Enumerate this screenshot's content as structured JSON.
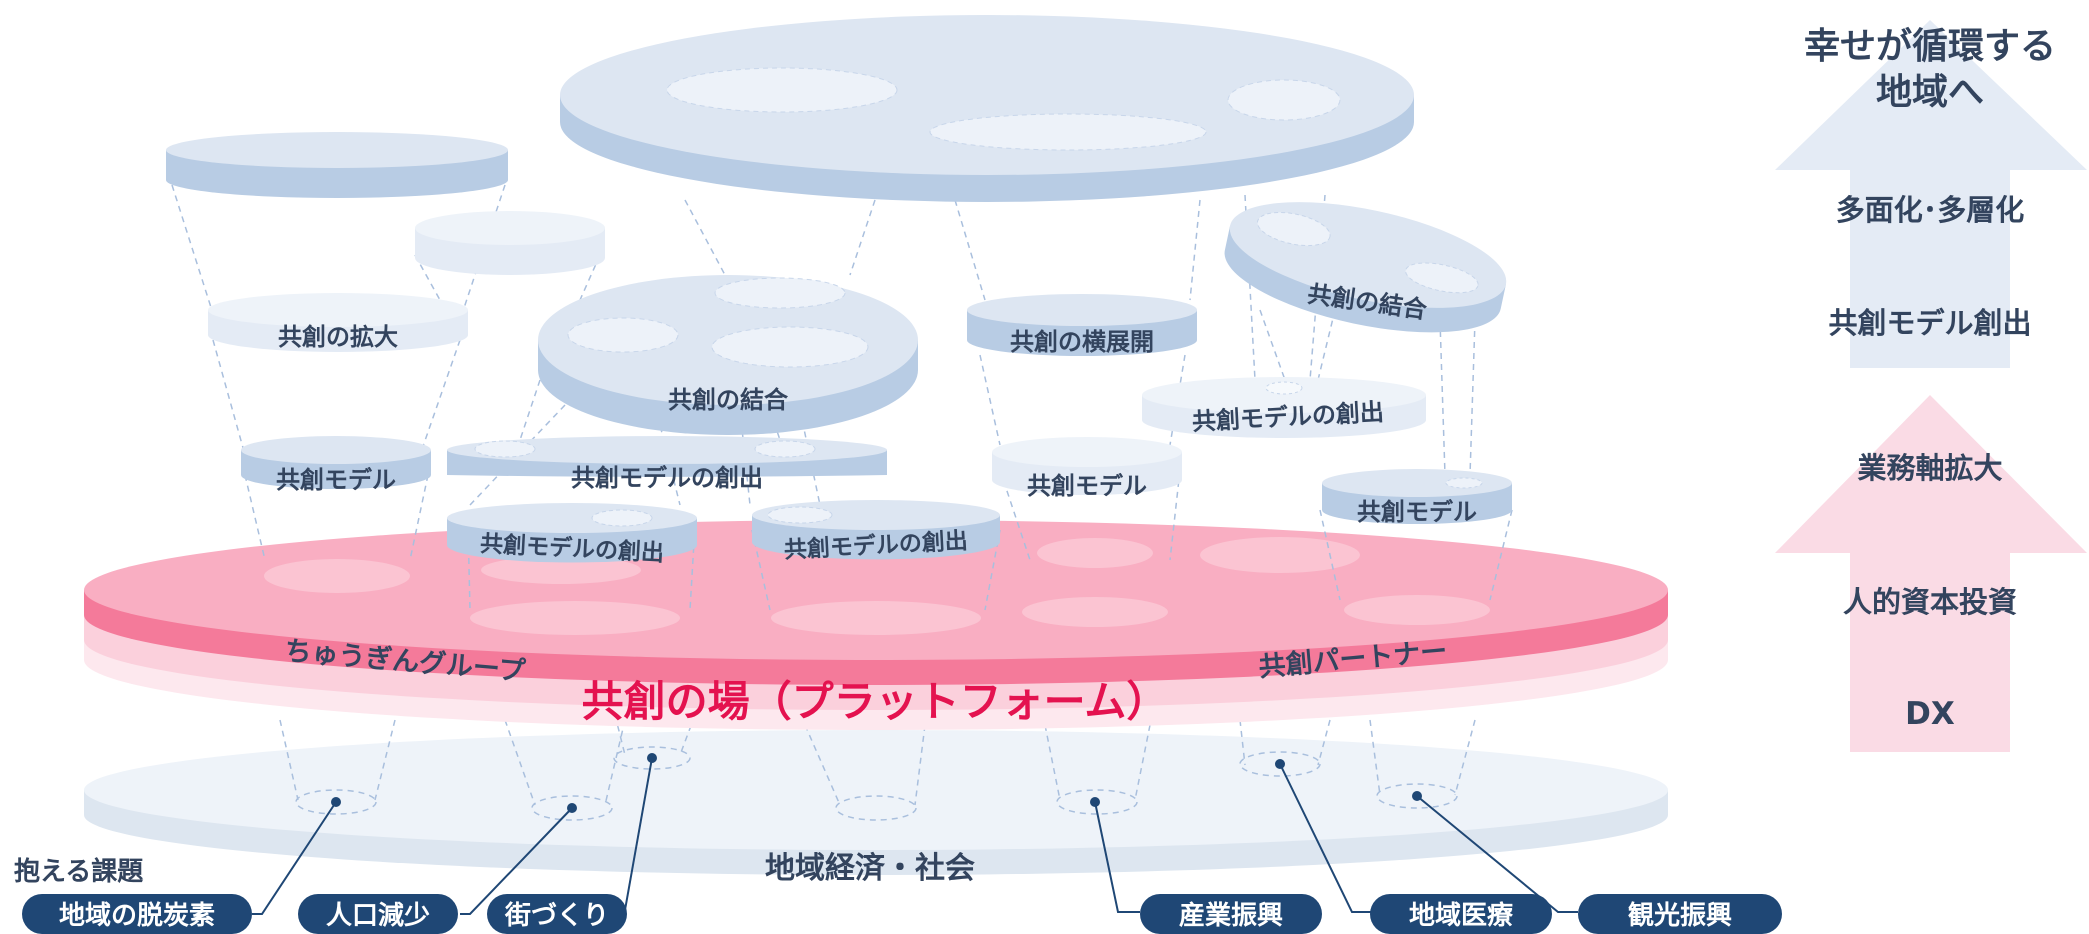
{
  "colors": {
    "disc_top": "#dde6f2",
    "disc_side": "#b8cce4",
    "disc_light_top": "#e9eff7",
    "inner_ellipse": "#edf2f9",
    "platform_top": "#f9aec2",
    "platform_side": "#f47a9a",
    "platform_title": "#e4124f",
    "label_text": "#33445e",
    "pill_bg": "#1f4775",
    "arrow_blue": "#e4ebf5",
    "arrow_pink": "#fadbe5",
    "connector": "#a9bfdd"
  },
  "diagram": {
    "platform": {
      "title": "共創の場（プラットフォーム）",
      "left_label": "ちゅうぎんグループ",
      "right_label": "共創パートナー"
    },
    "society_label": "地域経済・社会",
    "issues_heading": "抱える課題",
    "issues": [
      "地域の脱炭素",
      "人口減少",
      "街づくり",
      "産業振興",
      "地域医療",
      "観光振興"
    ],
    "disc_labels": {
      "expansion": "共創の拡大",
      "model_left": "共創モデル",
      "combination_center": "共創の結合",
      "creation_wide": "共創モデルの創出",
      "creation_small_1": "共創モデルの創出",
      "creation_small_2": "共創モデルの創出",
      "horizontal": "共創の横展開",
      "model_center_right": "共創モデル",
      "combination_right": "共創の結合",
      "creation_right": "共創モデルの創出",
      "model_right": "共創モデル"
    }
  },
  "arrows": {
    "upper": {
      "title_line1": "幸せが循環する",
      "title_line2": "地域へ",
      "items": [
        "多面化･多層化",
        "共創モデル創出"
      ]
    },
    "lower": {
      "items": [
        "業務軸拡大",
        "人的資本投資",
        "DX"
      ]
    }
  }
}
